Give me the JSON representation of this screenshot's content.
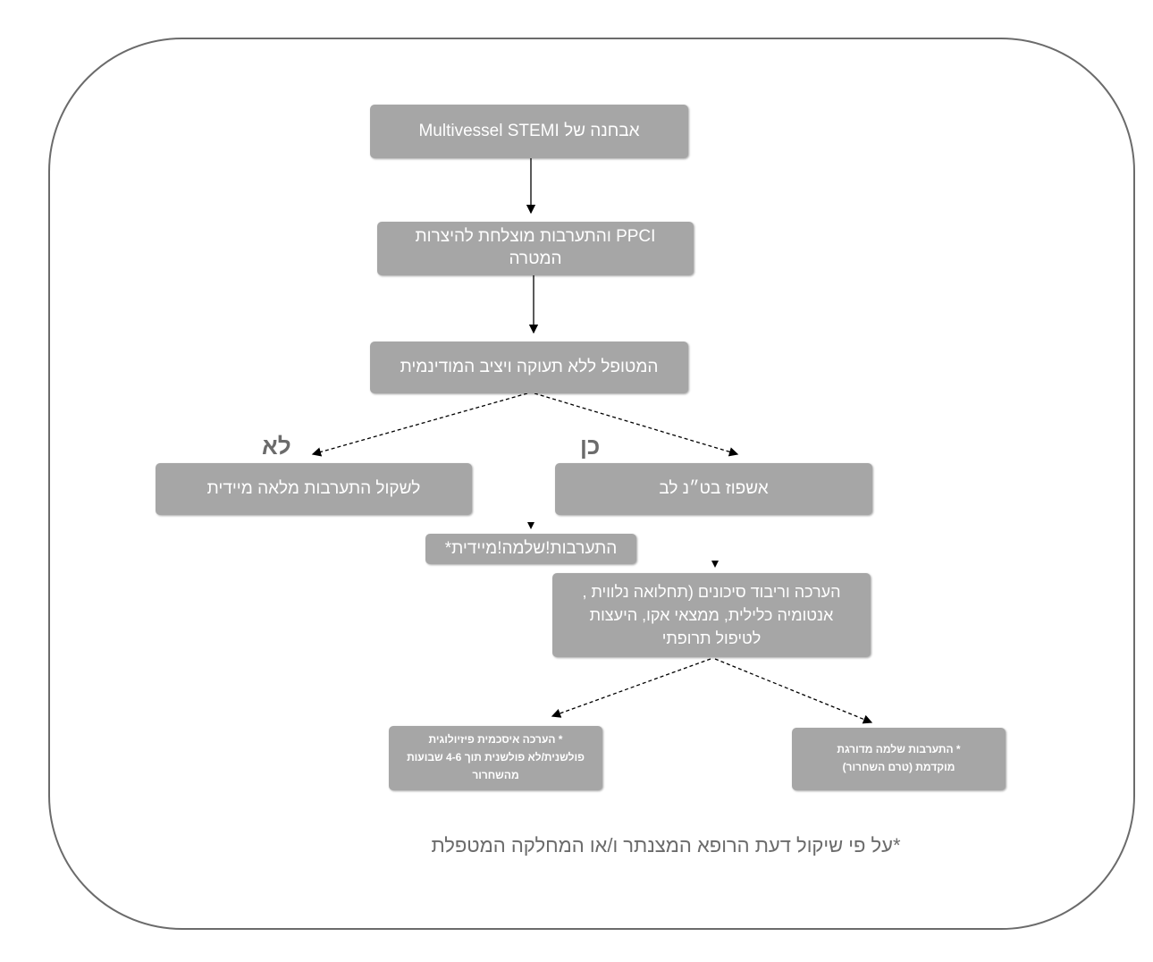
{
  "nodes": {
    "diagnosis": "אבחנה של Multivessel STEMI",
    "ppci": "PPCI והתערבות  מוצלחת להיצרות המטרה",
    "stable": "המטופל ללא תעוקה ויציב המודינמית",
    "no_branch": "לשקול התערבות מלאה מיידית",
    "yes_branch": "אשפוז בט״נ לב",
    "immediate_complete": "התערבות!שלמה!מיידית*",
    "assessment": "הערכה וריבוד סיכונים (תחלואה נלווית , אנטומיה כלילית, ממצאי אקו, היעצות לטיפול תרופתי",
    "ischemic_eval": "* הערכה איסכמית פיזיולוגית פולשנית/לא פולשנית תוך 4-6 שבועות מהשחרור",
    "staged_complete": "* התערבות שלמה מדורגת מוקדמת (טרם השחרור)"
  },
  "labels": {
    "no": "לא",
    "yes": "כן"
  },
  "footnote": "*על פי שיקול דעת הרופא המצנתר ו/או המחלקה המטפלת",
  "colors": {
    "box": "#a6a6a6",
    "frame": "#6b6b6b",
    "text": "#ffffff",
    "arrow": "#000000"
  }
}
